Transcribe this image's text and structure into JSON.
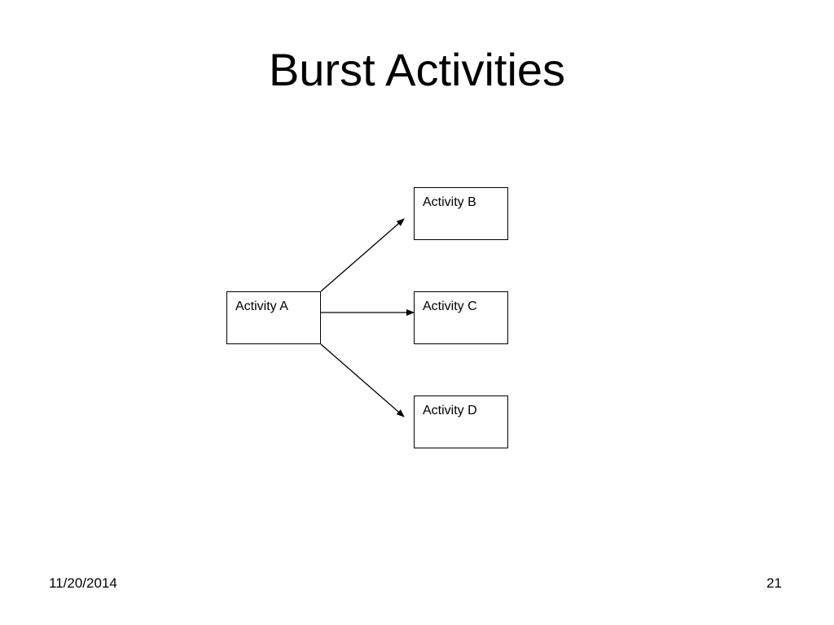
{
  "slide": {
    "title": "Burst Activities",
    "date": "11/20/2014",
    "page_number": "21"
  },
  "diagram": {
    "nodes": [
      {
        "id": "a",
        "label": "Activity A"
      },
      {
        "id": "b",
        "label": "Activity B"
      },
      {
        "id": "c",
        "label": "Activity C"
      },
      {
        "id": "d",
        "label": "Activity D"
      }
    ],
    "edges": [
      {
        "from": "a",
        "to": "b"
      },
      {
        "from": "a",
        "to": "c"
      },
      {
        "from": "a",
        "to": "d"
      }
    ],
    "stroke_color": "#000000"
  }
}
